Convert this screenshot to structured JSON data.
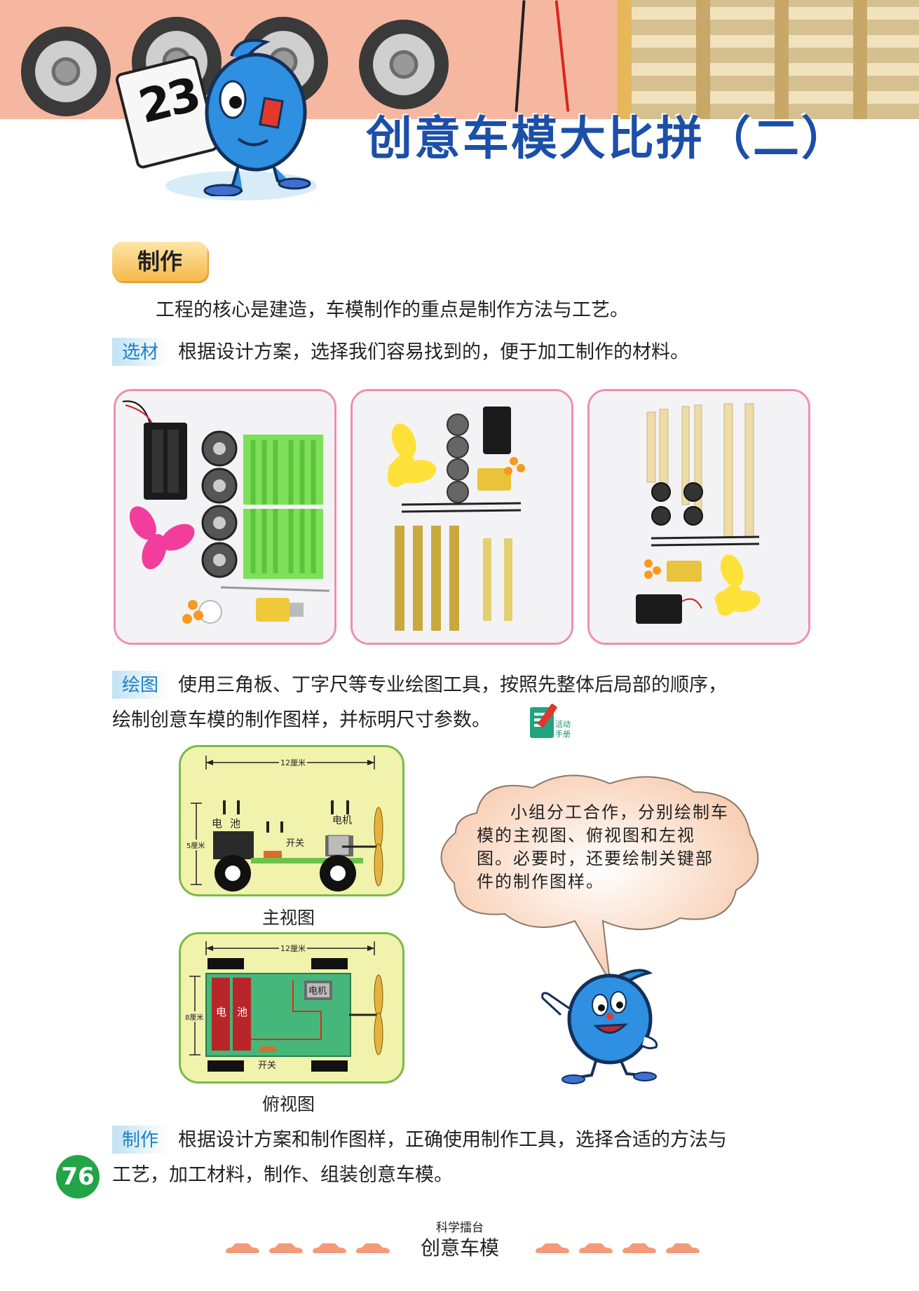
{
  "header": {
    "lesson_number": "23",
    "title": "创意车模大比拼（二）"
  },
  "section": {
    "tag": "制作"
  },
  "intro": "工程的核心是建造，车模制作的重点是制作方法与工艺。",
  "material": {
    "label": "选材",
    "text": "根据设计方案，选择我们容易找到的，便于加工制作的材料。"
  },
  "drawing_step": {
    "label": "绘图",
    "line1": "使用三角板、丁字尺等专业绘图工具，按照先整体后局部的顺序，",
    "line2": "绘制创意车模的制作图样，并标明尺寸参数。",
    "handbook_label_1": "活动",
    "handbook_label_2": "手册"
  },
  "front_view": {
    "caption": "主视图",
    "width_label": "12厘米",
    "height_label": "5厘米",
    "battery_label_1": "电",
    "battery_label_2": "池",
    "motor_label": "电机",
    "switch_label": "开关"
  },
  "top_view": {
    "caption": "俯视图",
    "width_label": "12厘米",
    "height_label": "8厘米",
    "battery_label_1": "电",
    "battery_label_2": "池",
    "motor_label": "电机",
    "switch_label": "开关"
  },
  "speech_bubble": "小组分工合作，分别绘制车模的主视图、俯视图和左视图。必要时，还要绘制关键部件的制作图样。",
  "make_step": {
    "label": "制作",
    "line1": "根据设计方案和制作图样，正确使用制作工具，选择合适的方法与",
    "line2": "工艺，加工材料，制作、组装创意车模。"
  },
  "footer": {
    "page_number": "76",
    "series": "科学擂台",
    "unit_title": "创意车模"
  },
  "colors": {
    "header_band": "#f6b7a0",
    "title_blue": "#1b4fa8",
    "label_blue": "#1d7fc4",
    "frame_pink": "#ee8fb0",
    "drawing_bg": "#f1f3ad",
    "page_green": "#23a547",
    "car_icon": "#f59a78"
  }
}
